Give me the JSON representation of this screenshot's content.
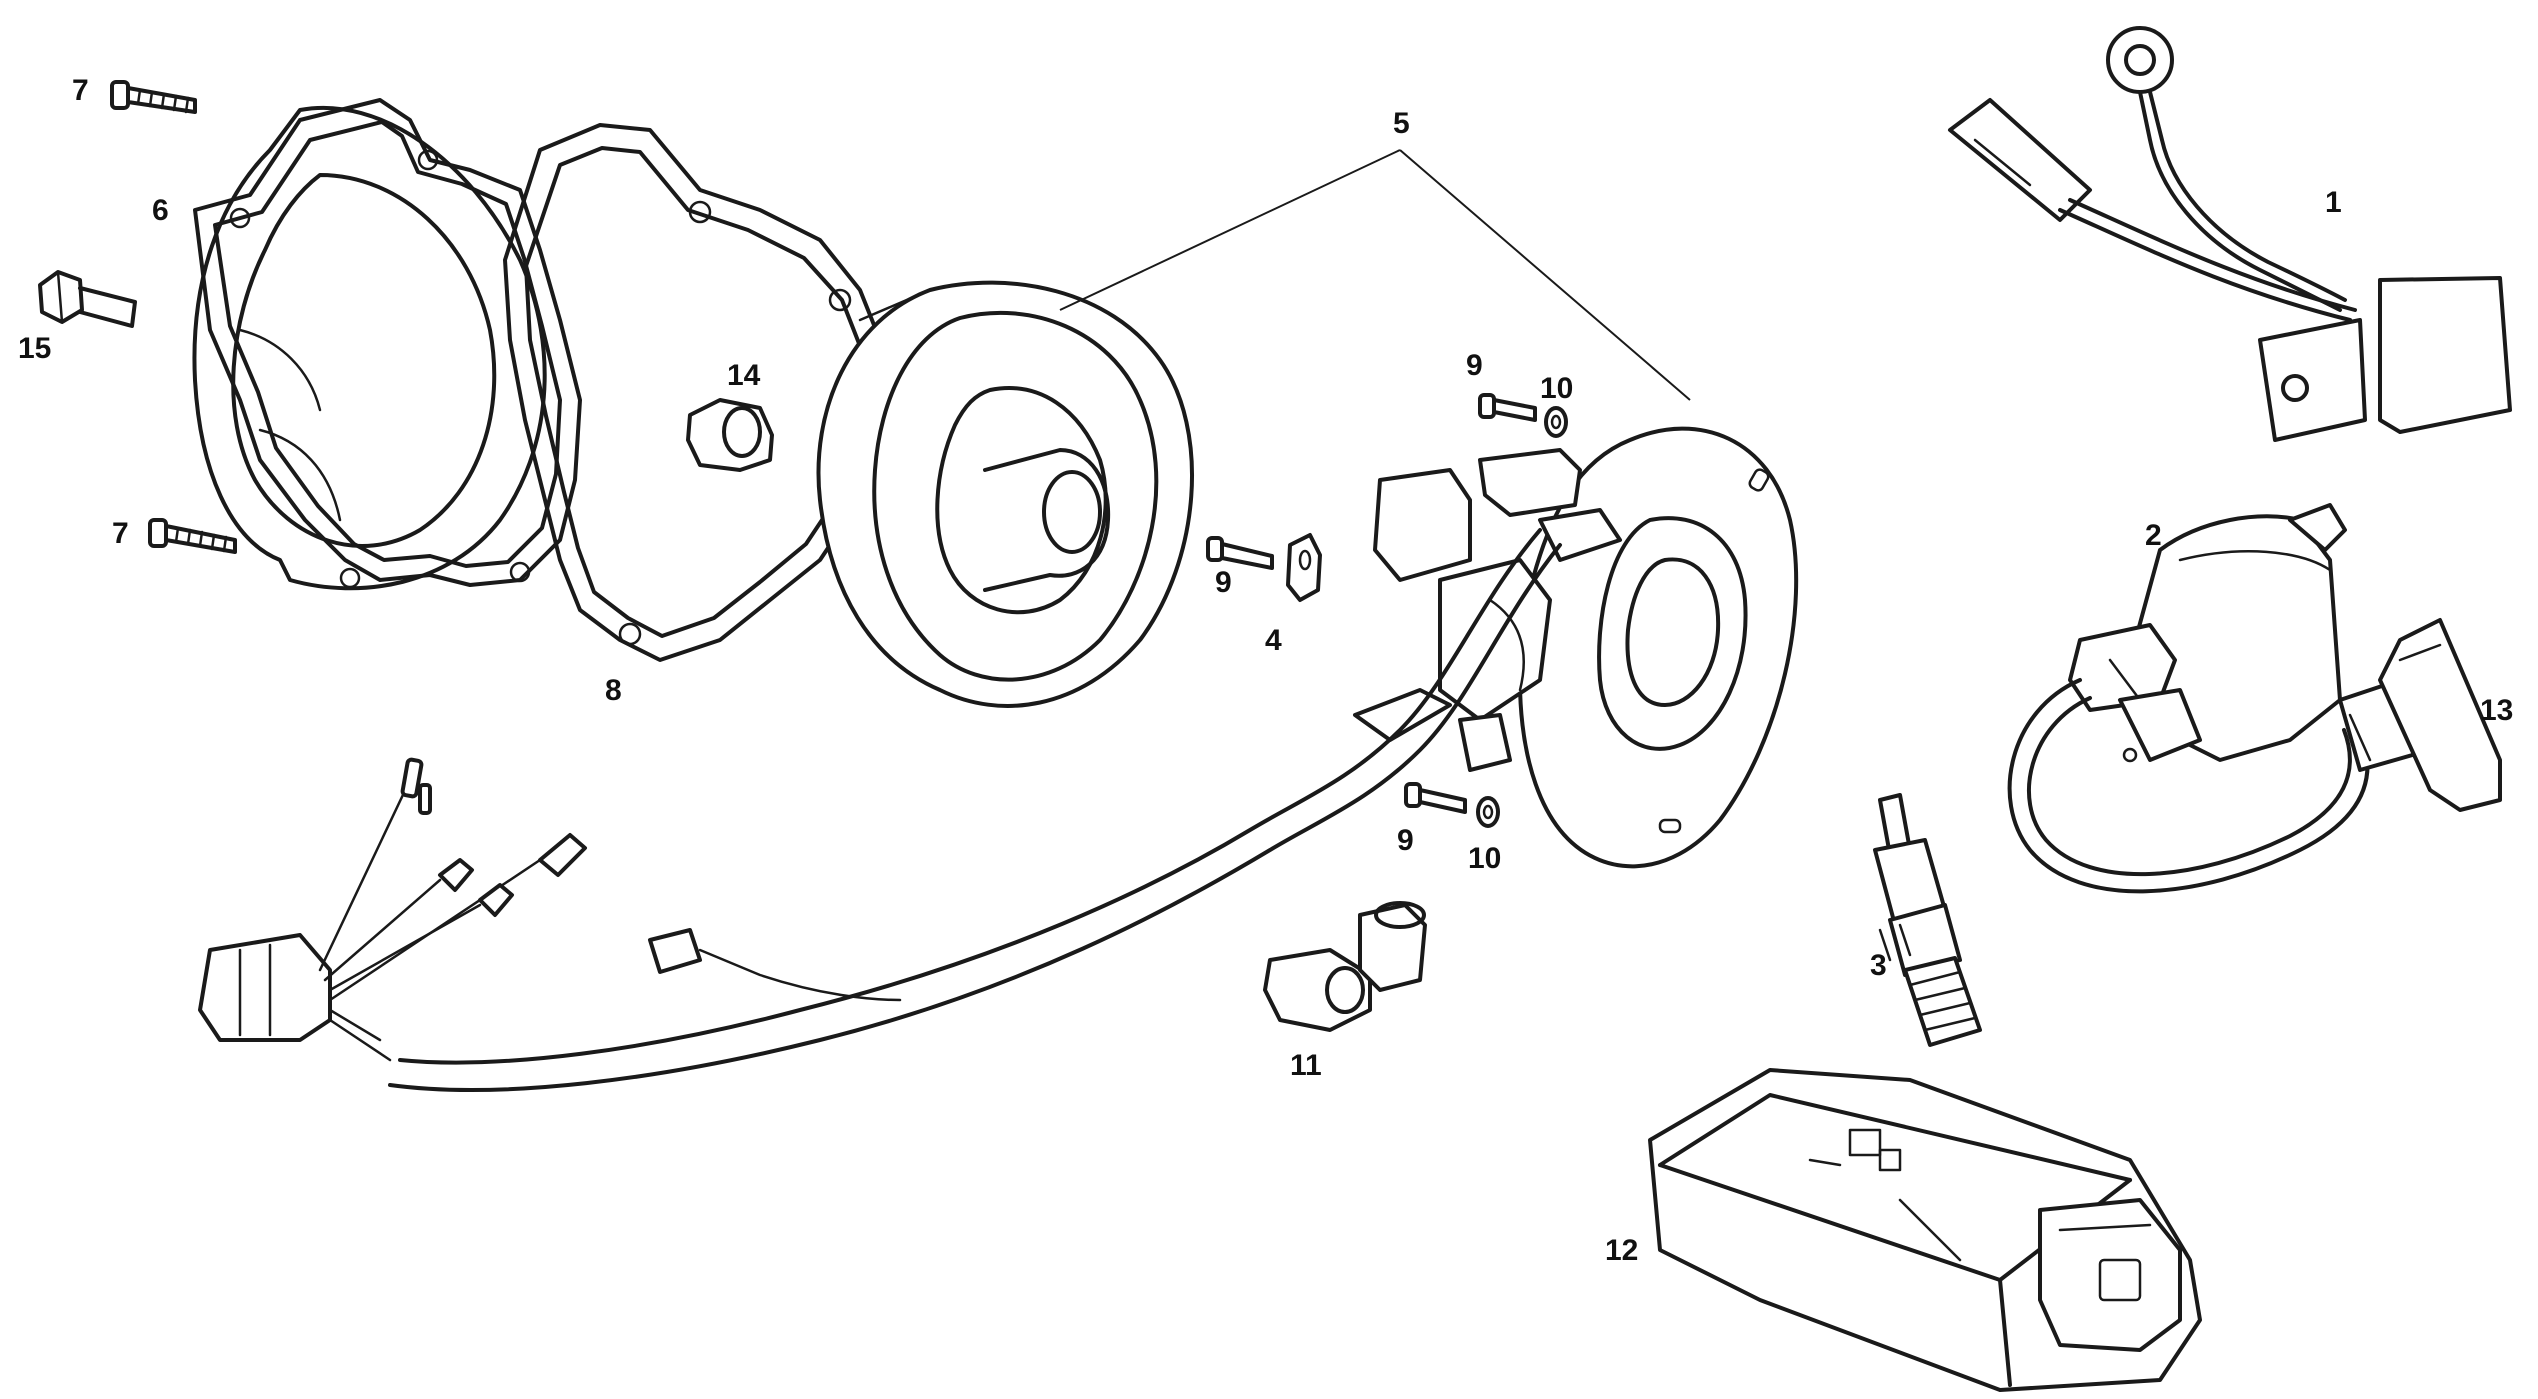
{
  "callouts": {
    "c1": "1",
    "c2": "2",
    "c3": "3",
    "c4": "4",
    "c5": "5",
    "c6": "6",
    "c7a": "7",
    "c7b": "7",
    "c8": "8",
    "c9a": "9",
    "c9b": "9",
    "c9c": "9",
    "c10a": "10",
    "c10b": "10",
    "c11": "11",
    "c12": "12",
    "c13": "13",
    "c14": "14",
    "c15": "15"
  },
  "colors": {
    "line": "#1a1a1a",
    "background": "#ffffff"
  }
}
